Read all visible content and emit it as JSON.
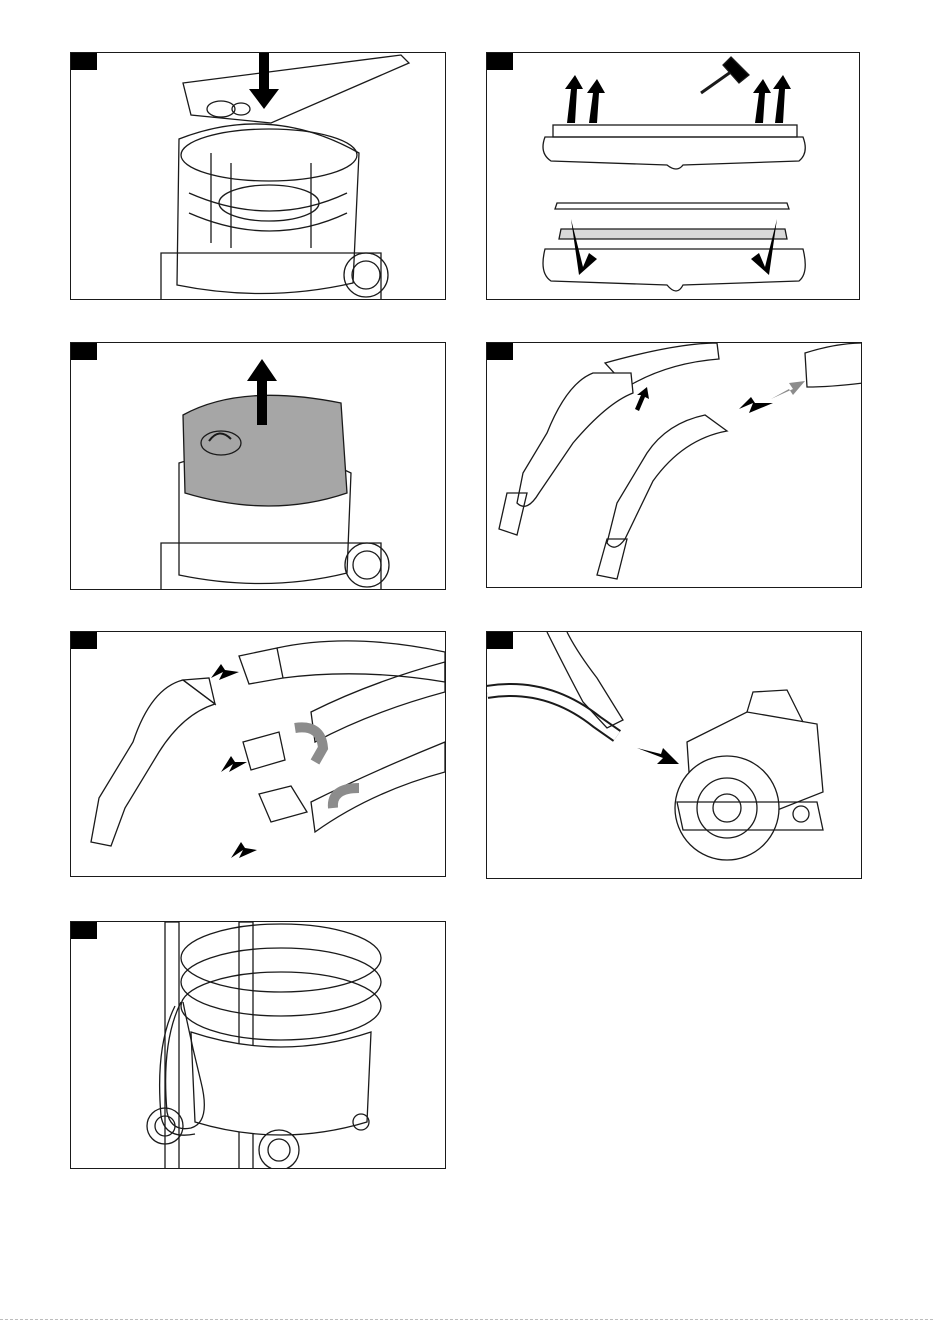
{
  "page": {
    "panels": [
      {
        "id": "p1",
        "label": "",
        "icon": "vacuum-lid-insert-illustration"
      },
      {
        "id": "p2",
        "label": "",
        "icon": "floor-nozzle-strip-replace-illustration"
      },
      {
        "id": "p3",
        "label": "",
        "icon": "vacuum-filter-remove-illustration"
      },
      {
        "id": "p4",
        "label": "",
        "icon": "hose-handle-detach-illustration"
      },
      {
        "id": "p5",
        "label": "",
        "icon": "hose-adapter-unscrew-illustration"
      },
      {
        "id": "p6",
        "label": "",
        "icon": "power-tool-connect-illustration"
      },
      {
        "id": "p7",
        "label": "",
        "icon": "vacuum-storage-illustration"
      }
    ],
    "colors": {
      "line": "#1a1a1a",
      "fill_grey": "#a6a6a6",
      "arrow_grey": "#8c8c8c",
      "tab": "#000000"
    }
  }
}
